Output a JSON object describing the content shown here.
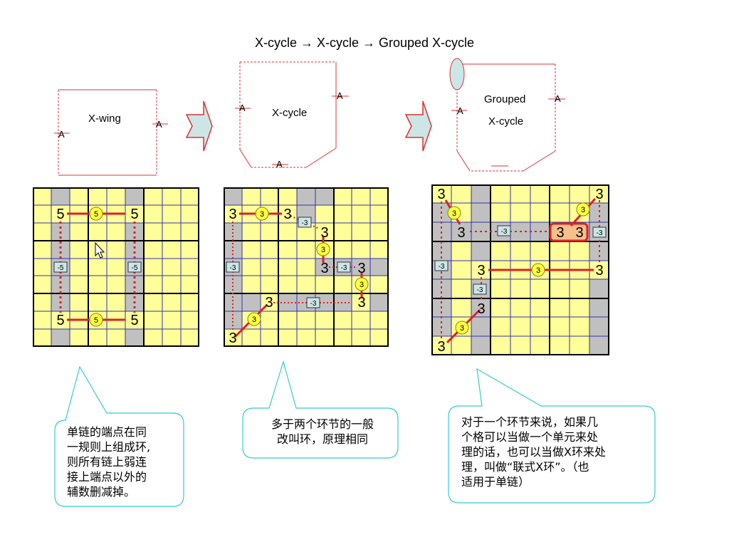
{
  "title": "X-cycle  →  X-cycle  →  Grouped X-cycle",
  "shapes": {
    "xwing_label": "X-wing",
    "xcycle_label": "X-cycle",
    "grouped_label_line1": "Grouped",
    "grouped_label_line2": "X-cycle",
    "endpoint_mark": "A"
  },
  "grid1": {
    "digit": "5",
    "circle_digit": "5",
    "box_label": "-5",
    "pointer_icon": "mouse-pointer-icon"
  },
  "grid2": {
    "digit": "3",
    "circle_digit": "3",
    "box_label": "-3"
  },
  "grid3": {
    "digit": "3",
    "circle_digit": "3",
    "box_label": "-3"
  },
  "callouts": [
    {
      "lines": [
        "单链的端点在同",
        "一规则上组成环,",
        "则所有链上弱连",
        "接上端点以外的",
        "辅数删减掉。"
      ]
    },
    {
      "lines": [
        "多于两个环节的一般",
        "改叫环，原理相同"
      ]
    },
    {
      "lines": [
        "对于一个环节来说，如果几",
        "个格可以当做一个单元来处",
        "理的话，也可以当做X环来处",
        "理，叫做“联式X环”。（也",
        "适用于单链）"
      ]
    }
  ],
  "colors": {
    "cell_yellow": "#ffff99",
    "cell_gray": "#c0c0c0",
    "grid_line": "#3333aa",
    "link_red": "#dd2222",
    "callout_border": "#33cccc",
    "arrow_fill": "#cce6e6",
    "arrow_stroke": "#dd3333"
  }
}
